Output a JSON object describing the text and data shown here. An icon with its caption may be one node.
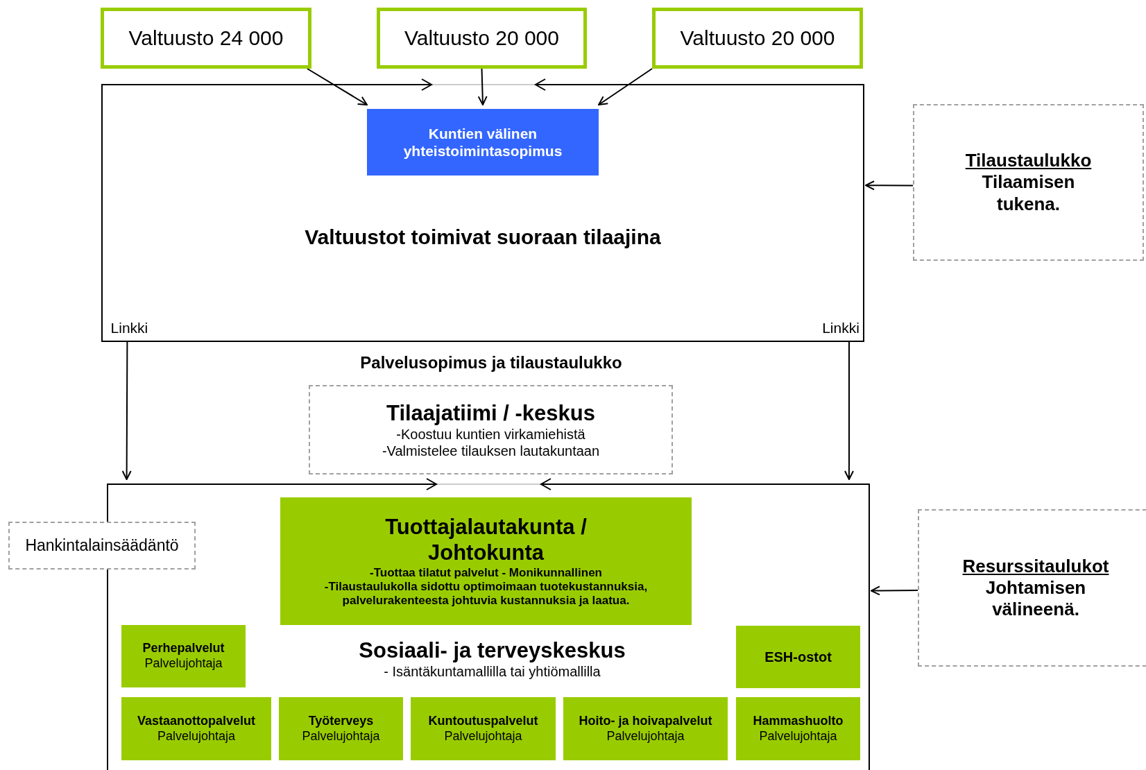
{
  "diagram": {
    "nodes": [
      {
        "text": [
          "Valtuusto 24 000"
        ]
      },
      {
        "text": [
          "Valtuusto 20 000"
        ]
      },
      {
        "text": [
          "Valtuusto 20 000"
        ]
      },
      {
        "text": [
          "Valtuustot toimivat suoraan tilaajina"
        ]
      },
      {
        "text": [
          "Kuntien välinen yhteistoimintasopimus"
        ],
        "in": 3
      },
      {
        "text": [
          "Tilaustaulukko",
          "Tilaamisen tukena."
        ]
      },
      {
        "text": [
          "Tilaajatiimi / -keskus",
          "-Koostuu kuntien virkamiehistä",
          "-Valmistelee tilauksen lautakuntaan"
        ]
      },
      {
        "text": [
          "Hankintalainsäädäntö"
        ]
      },
      {
        "text": [
          "Sosiaali- ja terveyskeskus",
          "- Isäntäkuntamallilla tai yhtiömallilla"
        ]
      },
      {
        "text": [
          "Tuottajalautakunta / Johtokunta",
          "-Tuottaa tilatut palvelut - Monikunnallinen",
          "-Tilaustaulukolla sidottu optimoimaan tuotekustannuksia, palvelurakenteesta johtuvia kustannuksia ja laatua."
        ],
        "in": 8
      },
      {
        "text": [
          "Perhepalvelut",
          "Palvelujohtaja"
        ],
        "in": 8
      },
      {
        "text": [
          "ESH-ostot"
        ],
        "in": 8
      },
      {
        "text": [
          "Vastaanottopalvelut",
          "Palvelujohtaja"
        ],
        "in": 8
      },
      {
        "text": [
          "Työterveys",
          "Palvelujohtaja"
        ],
        "in": 8
      },
      {
        "text": [
          "Kuntoutuspalvelut",
          "Palvelujohtaja"
        ],
        "in": 8
      },
      {
        "text": [
          "Hoito- ja hoivapalvelut",
          "Palvelujohtaja"
        ],
        "in": 8
      },
      {
        "text": [
          "Hammashuolto",
          "Palvelujohtaja"
        ],
        "in": 8
      },
      {
        "text": [
          "Resurssitaulukot",
          "Johtamisen välineenä."
        ]
      }
    ],
    "edges": [
      {
        "from": 0,
        "to": 4,
        "arrow": "to"
      },
      {
        "from": 1,
        "to": 4,
        "arrow": "to"
      },
      {
        "from": 2,
        "to": 4,
        "arrow": "to"
      },
      {
        "from": 5,
        "to": 3,
        "arrow": "to"
      },
      {
        "from": 3,
        "to": 8,
        "arrow": "to",
        "label": "Linkki"
      },
      {
        "from": 3,
        "to": 8,
        "arrow": "to",
        "label": "Linkki"
      },
      {
        "from": 17,
        "to": 8,
        "arrow": "to"
      }
    ],
    "labels": [
      "Palvelusopimus ja tilaustaulukko"
    ]
  }
}
